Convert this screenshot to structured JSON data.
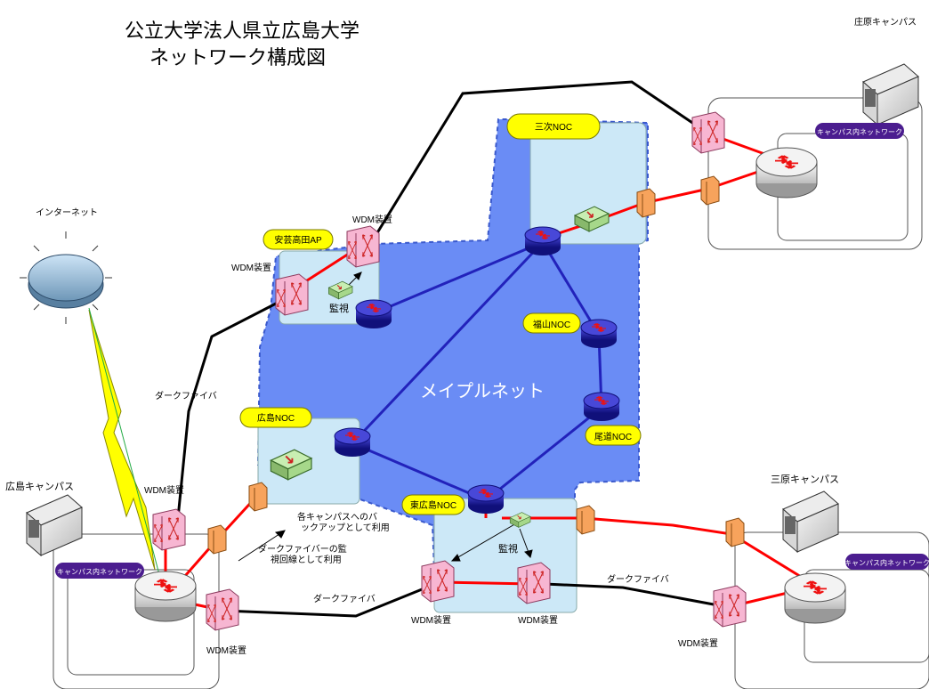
{
  "title": {
    "line1": "公立大学法人県立広島大学",
    "line2": "ネットワーク構成図"
  },
  "campuses": {
    "shobara": "庄原キャンパス",
    "hiroshima": "広島キャンパス",
    "mihara": "三原キャンパス"
  },
  "internet": "インターネット",
  "noc": {
    "miyoshi": "三次NOC",
    "akitakata": "安芸高田AP",
    "hiroshima": "広島NOC",
    "fukuyama": "福山NOC",
    "onomichi": "尾道NOC",
    "higashihiroshima": "東広島NOC"
  },
  "network_name": "メイプルネット",
  "campus_net": "キャンパス内ネットワーク",
  "wdm": "WDM装置",
  "monitor": "監視",
  "dark_fiber": "ダークファイバ",
  "notes": {
    "backup_1": "各キャンパスへのバ",
    "backup_2": "ックアップとして利用",
    "monitor_1": "ダークファイバーの監",
    "monitor_2": "視回線として利用"
  },
  "colors": {
    "maple": "#6a8cf5",
    "noc_box": "#cce8f7",
    "yellow_tag": "#ffff00",
    "purple_tag": "#4b1d8f",
    "red_link": "#ff0000",
    "blue_link": "#2222bb",
    "orange": "#f7a35c",
    "wdm_pink": "#f7b6d2",
    "router_blue": "#1a1aa8"
  },
  "icons": [
    "router-icon",
    "wdm-switch-icon",
    "converter-icon",
    "monitor-switch-icon",
    "server-icon",
    "cloud-icon",
    "lightning-icon"
  ]
}
